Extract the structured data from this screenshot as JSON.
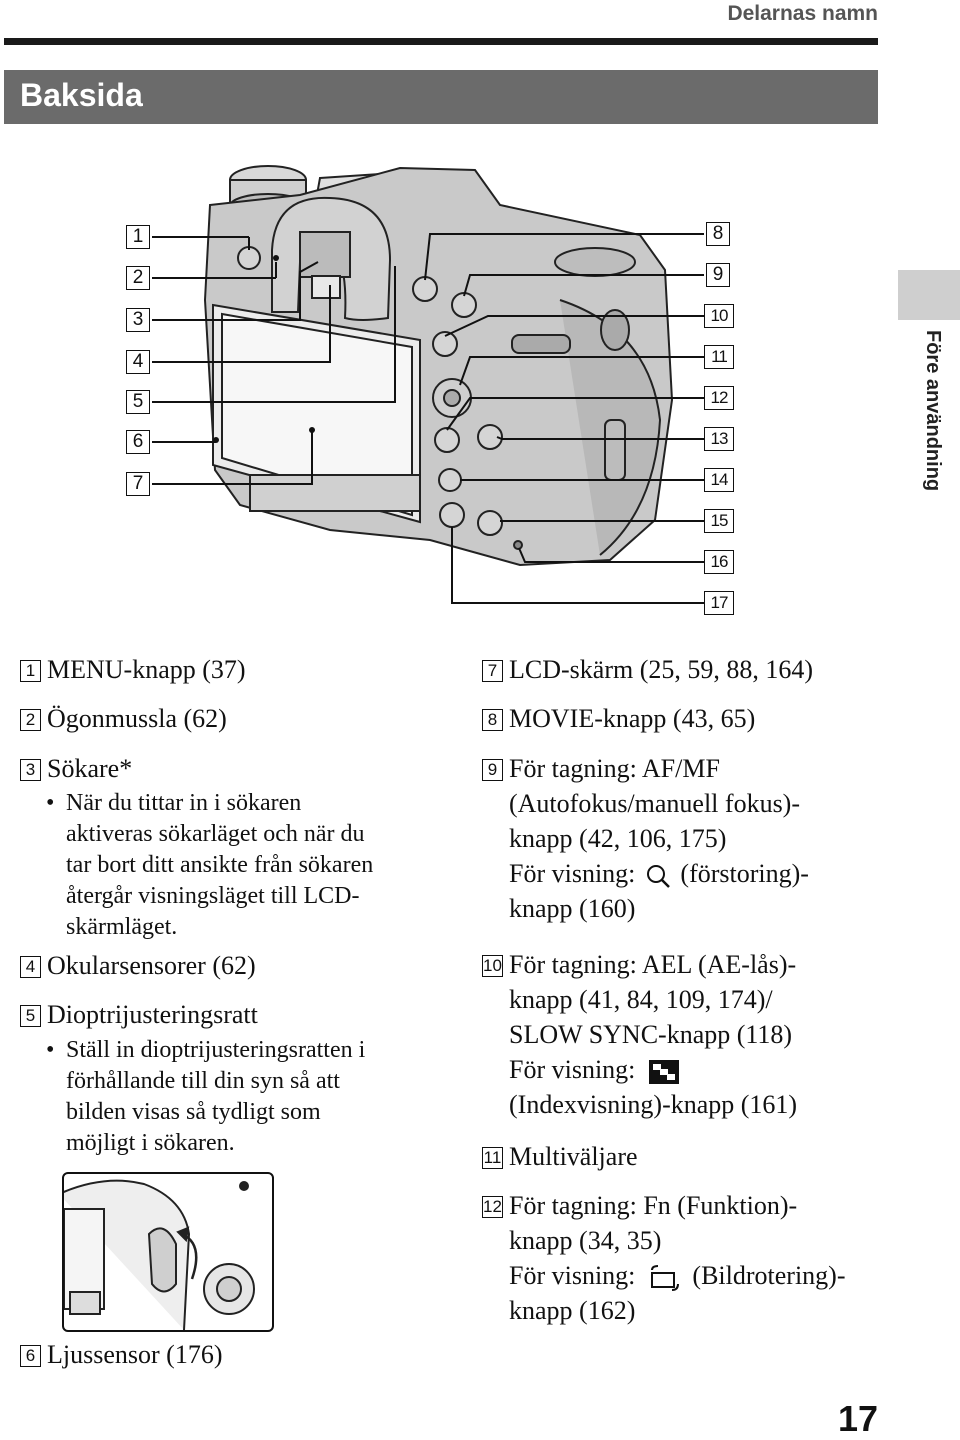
{
  "header": {
    "section": "Delarnas namn"
  },
  "title": "Baksida",
  "side_label": "Före användning",
  "page_number": "17",
  "callout_numbers": [
    "1",
    "2",
    "3",
    "4",
    "5",
    "6",
    "7",
    "8",
    "9",
    "10",
    "11",
    "12",
    "13",
    "14",
    "15",
    "16",
    "17"
  ],
  "left_items": [
    {
      "num": "1",
      "lines": [
        "MENU-knapp (37)"
      ]
    },
    {
      "num": "2",
      "lines": [
        "Ögonmussla (62)"
      ]
    },
    {
      "num": "3",
      "lines": [
        "Sökare*"
      ],
      "bullet": [
        "När du tittar in i sökaren",
        "aktiveras sökarläget och när du",
        "tar bort ditt ansikte från sökaren",
        "återgår visningsläget till LCD-",
        "skärmläget."
      ]
    },
    {
      "num": "4",
      "lines": [
        "Okularsensorer (62)"
      ]
    },
    {
      "num": "5",
      "lines": [
        "Dioptrijusteringsratt"
      ],
      "bullet": [
        "Ställ in dioptrijusteringsratten i",
        "förhållande till din syn så att",
        "bilden visas så tydligt som",
        "möjligt i sökaren."
      ]
    },
    {
      "num": "6",
      "lines": [
        "Ljussensor (176)"
      ]
    }
  ],
  "right_items": [
    {
      "num": "7",
      "lines": [
        "LCD-skärm (25, 59, 88, 164)"
      ]
    },
    {
      "num": "8",
      "lines": [
        "MOVIE-knapp (43, 65)"
      ]
    },
    {
      "num": "9",
      "lines": [
        "För tagning: AF/MF",
        "(Autofokus/manuell fokus)-",
        "knapp (42, 106, 175)"
      ],
      "view_pre": "För visning:",
      "view_post": "(förstoring)-",
      "view_last": "knapp (160)",
      "view_icon": "magnifier-icon"
    },
    {
      "num": "10",
      "lines": [
        "För tagning: AEL (AE-lås)-",
        "knapp (41, 84, 109, 174)/",
        "SLOW SYNC-knapp (118)"
      ],
      "view_pre": "För visning:",
      "view_post": "",
      "view_last": "(Indexvisning)-knapp (161)",
      "view_icon": "index-grid-icon"
    },
    {
      "num": "11",
      "lines": [
        "Multiväljare"
      ]
    },
    {
      "num": "12",
      "lines": [
        "För tagning: Fn (Funktion)-",
        "knapp (34, 35)"
      ],
      "view_pre": "För visning:",
      "view_post": "(Bildrotering)-",
      "view_last": "knapp (162)",
      "view_icon": "rotate-icon"
    }
  ]
}
